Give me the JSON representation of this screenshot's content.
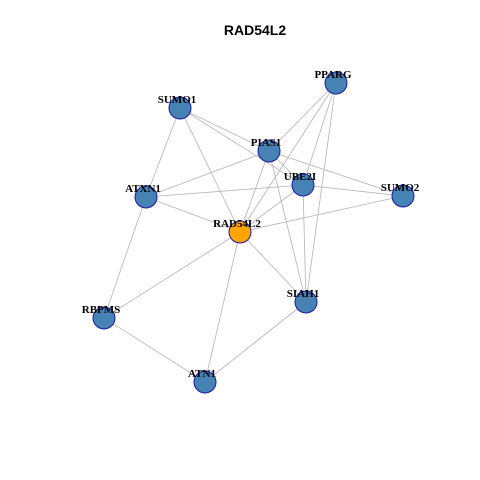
{
  "title": "RAD54L2",
  "colors": {
    "hub_node": "#ffa500",
    "node_fill": "#4682b4",
    "node_border": "#1a1aa6",
    "edge": "#b3b3b3"
  },
  "nodes": [
    {
      "id": "RAD54L2",
      "label": "RAD54L2",
      "hub": true
    },
    {
      "id": "PPARG",
      "label": "PPARG",
      "hub": false
    },
    {
      "id": "SUMO1",
      "label": "SUMO1",
      "hub": false
    },
    {
      "id": "PIAS1",
      "label": "PIAS1",
      "hub": false
    },
    {
      "id": "UBE2I",
      "label": "UBE2I",
      "hub": false
    },
    {
      "id": "SUMO2",
      "label": "SUMO2",
      "hub": false
    },
    {
      "id": "ATXN1",
      "label": "ATXN1",
      "hub": false
    },
    {
      "id": "SIAH1",
      "label": "SIAH1",
      "hub": false
    },
    {
      "id": "RBPMS",
      "label": "RBPMS",
      "hub": false
    },
    {
      "id": "ATN1",
      "label": "ATN1",
      "hub": false
    }
  ],
  "edges": [
    [
      "SUMO1",
      "PIAS1"
    ],
    [
      "SUMO1",
      "UBE2I"
    ],
    [
      "SUMO1",
      "ATXN1"
    ],
    [
      "SUMO1",
      "RAD54L2"
    ],
    [
      "PPARG",
      "PIAS1"
    ],
    [
      "PPARG",
      "UBE2I"
    ],
    [
      "PPARG",
      "RAD54L2"
    ],
    [
      "PPARG",
      "SIAH1"
    ],
    [
      "PIAS1",
      "UBE2I"
    ],
    [
      "PIAS1",
      "SUMO2"
    ],
    [
      "PIAS1",
      "ATXN1"
    ],
    [
      "PIAS1",
      "RAD54L2"
    ],
    [
      "PIAS1",
      "SIAH1"
    ],
    [
      "UBE2I",
      "SUMO2"
    ],
    [
      "UBE2I",
      "ATXN1"
    ],
    [
      "UBE2I",
      "RAD54L2"
    ],
    [
      "UBE2I",
      "SIAH1"
    ],
    [
      "SUMO2",
      "RAD54L2"
    ],
    [
      "ATXN1",
      "RAD54L2"
    ],
    [
      "ATXN1",
      "RBPMS"
    ],
    [
      "RAD54L2",
      "RBPMS"
    ],
    [
      "RAD54L2",
      "SIAH1"
    ],
    [
      "RAD54L2",
      "ATN1"
    ],
    [
      "SIAH1",
      "ATN1"
    ],
    [
      "RBPMS",
      "ATN1"
    ]
  ]
}
